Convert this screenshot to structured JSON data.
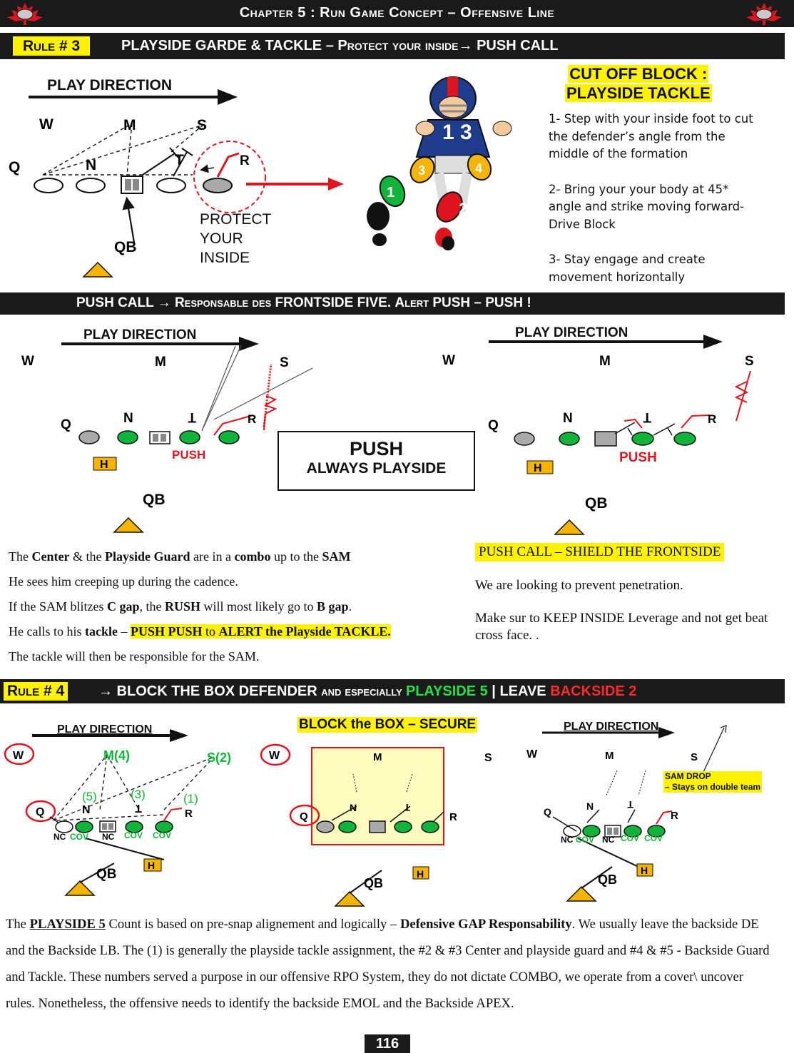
{
  "header": {
    "chapter_title": "Chapter 5 : Run Game Concept – Offensive Line"
  },
  "rule3": {
    "tag": "Rule # 3",
    "title_a": "PLAYSIDE  GARDE & TACKLE – ",
    "title_b": "Protect your inside",
    "title_c": "→ PUSH CALL",
    "play_direction": "PLAY DIRECTION",
    "labels": {
      "w": "W",
      "m": "M",
      "s": "S",
      "q": "Q",
      "n": "N",
      "t": "T",
      "r": "R",
      "qb": "QB"
    },
    "protect_lines": [
      "PROTECT",
      "YOUR",
      "INSIDE"
    ],
    "player_number": "1 3",
    "steps": [
      "1",
      "2",
      "3",
      "4"
    ],
    "cutoff_title_1": "CUT OFF BLOCK :",
    "cutoff_title_2": "PLAYSIDE TACKLE",
    "instructions": [
      "1- Step with your inside foot to cut the defender’s angle from the middle of the formation",
      "2- Bring your your body at 45* angle and strike moving forward- Drive Block",
      "3- Stay engage and create movement horizontally"
    ]
  },
  "push_bar": {
    "text_a": "PUSH CALL → ",
    "text_b": "Responsable des ",
    "text_c": "FRONTSIDE FIVE. ",
    "text_d": "Alert ",
    "text_e": "PUSH – PUSH !"
  },
  "push_section": {
    "play_direction": "PLAY DIRECTION",
    "labels": {
      "w": "W",
      "m": "M",
      "s": "S",
      "q": "Q",
      "n": "N",
      "t": "T",
      "r": "R",
      "qb": "QB",
      "h": "H",
      "push": "PUSH"
    },
    "box_title": "PUSH",
    "box_subtitle": "ALWAYS PLAYSIDE",
    "left_text": {
      "line1_a": "The ",
      "line1_b": "Center",
      "line1_c": " & the ",
      "line1_d": "Playside Guard",
      "line1_e": " are in a ",
      "line1_f": "combo",
      "line1_g": " up to the ",
      "line1_h": "SAM",
      "line2": "He sees him creeping up during the cadence.",
      "line3_a": "If the SAM blitzes ",
      "line3_b": "C gap",
      "line3_c": ", the ",
      "line3_d": "RUSH",
      "line3_e": " will most likely go to ",
      "line3_f": "B gap",
      "line3_g": ".",
      "line4_a": "He calls to his ",
      "line4_b": "tackle",
      "line4_c": " – ",
      "line4_d": "PUSH PUSH",
      "line4_e": " to ",
      "line4_f": "ALERT the Playside TACKLE.",
      "line5": "The tackle will then be responsible for the SAM."
    },
    "right_text": {
      "title": "PUSH CALL – SHIELD THE FRONTSIDE",
      "p1": "We are looking to prevent penetration.",
      "p2": "Make sur to KEEP INSIDE Leverage and not get beat cross face. ."
    }
  },
  "rule4": {
    "tag": "Rule # 4",
    "title_a": " → BLOCK THE BOX DEFENDER ",
    "title_b": "and especially ",
    "title_c": "PLAYSIDE 5",
    "title_d": " | LEAVE ",
    "title_e": "BACKSIDE 2",
    "play_direction": "PLAY DIRECTION",
    "box_header": "BLOCK the BOX – SECURE",
    "labels": {
      "w": "W",
      "m4": "M(4)",
      "s2": "S(2)",
      "q": "Q",
      "n5": "(5)",
      "t3": "(3)",
      "r1": "(1)",
      "n": "N",
      "t": "T",
      "r": "R",
      "m": "M",
      "s": "S",
      "qb": "QB",
      "h": "H",
      "nc": "NC",
      "cov": "COV"
    },
    "sam_drop_1": "SAM DROP",
    "sam_drop_2": "– Stays on double team"
  },
  "footer_text": {
    "a": "The ",
    "b": "PLAYSIDE 5",
    "c": " Count is based on pre-snap alignement and logically – ",
    "d": "Defensive GAP Responsability",
    "e": ". We usually leave the backside DE and the Backside LB.  The (1) is generally the playside tackle assignment, the #2 & #3 Center and playside guard and #4 & #5 - Backside Guard and Tackle. These numbers served a purpose in our offensive RPO System, they do not dictate COMBO, we operate from a cover\\ uncover rules. Nonetheless, the offensive needs to identify the backside EMOL and the Backside APEX."
  },
  "page_number": "116",
  "colors": {
    "green": "#12b33a",
    "red": "#e0141e",
    "yellow": "#fff200",
    "orange": "#f4b400",
    "dark": "#1a1a1a"
  }
}
